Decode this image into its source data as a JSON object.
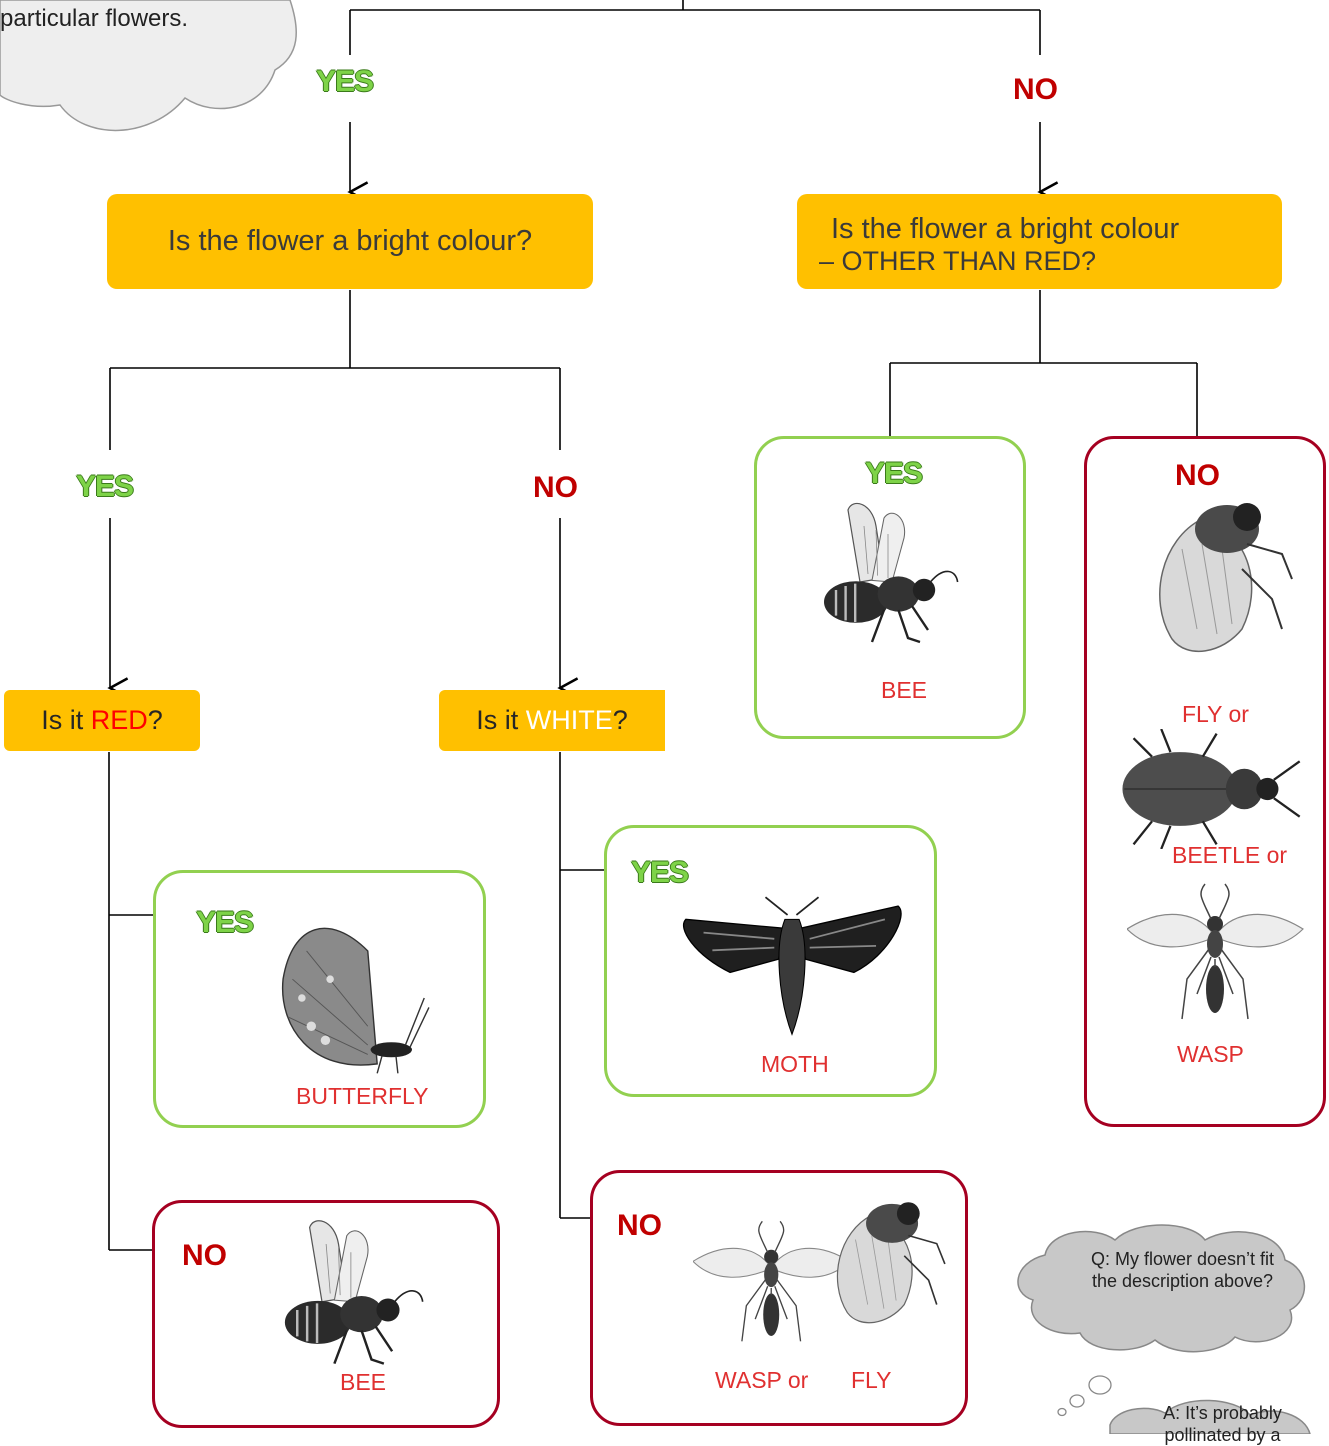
{
  "top_cloud": {
    "text": "particular flowers."
  },
  "level1": {
    "yes": "YES",
    "no": "NO"
  },
  "q_left": {
    "text": "Is the flower a bright colour?"
  },
  "q_right": {
    "line1": "Is the flower a bright colour",
    "line2": "– OTHER THAN RED?"
  },
  "level2_left": {
    "yes": "YES",
    "no": "NO"
  },
  "q_red": {
    "prefix": "Is it ",
    "word": "RED",
    "suffix": "?"
  },
  "q_white": {
    "prefix": "Is it ",
    "word": "WHITE",
    "suffix": "?"
  },
  "card_bee_yes": {
    "tag": "YES",
    "label": "BEE",
    "icon": "bee-icon"
  },
  "card_right_no": {
    "tag": "NO",
    "label1": "FLY or",
    "label2": "BEETLE or",
    "label3": "WASP",
    "icons": [
      "fly-icon",
      "beetle-icon",
      "wasp-icon"
    ]
  },
  "card_moth": {
    "tag": "YES",
    "label": "MOTH",
    "icon": "moth-icon"
  },
  "card_butterfly": {
    "tag": "YES",
    "label": "BUTTERFLY",
    "icon": "butterfly-icon"
  },
  "card_bee_no": {
    "tag": "NO",
    "label": "BEE",
    "icon": "bee-icon"
  },
  "card_wasp_fly": {
    "tag": "NO",
    "label1": "WASP or",
    "label2": "FLY",
    "icons": [
      "wasp-icon",
      "fly-icon"
    ]
  },
  "cloud_q": {
    "text": "Q: My flower doesn’t fit the description above?"
  },
  "cloud_a": {
    "text": "A: It’s probably pollinated by a"
  },
  "colors": {
    "question_box": "#FFC000",
    "yes_green": "#7ED348",
    "no_red": "#C00000",
    "card_green": "#92D050",
    "card_red": "#A50021",
    "label_red": "#E03030"
  }
}
